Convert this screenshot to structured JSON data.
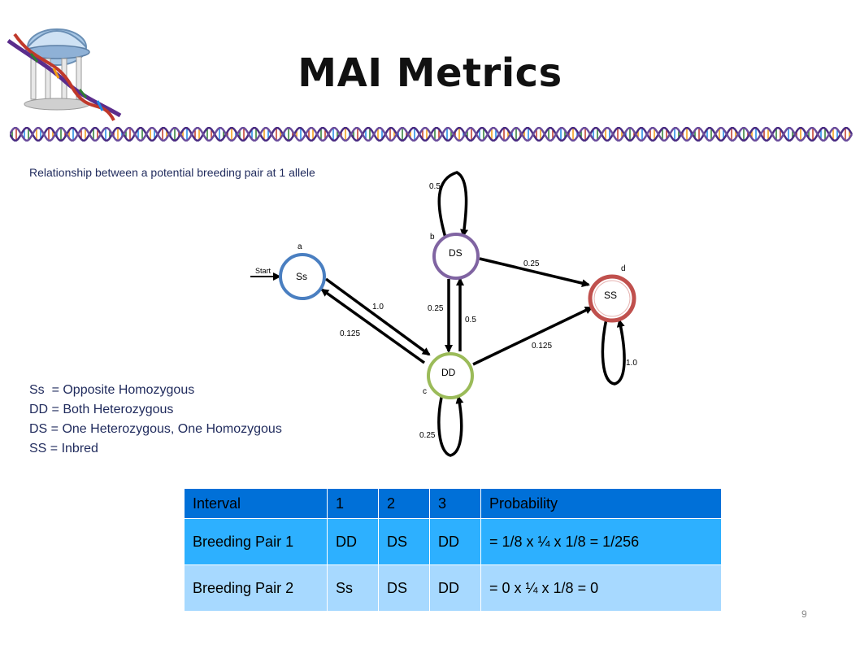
{
  "slide": {
    "title": "MAI Metrics",
    "subtitle": "Relationship between a potential breeding pair at 1 allele",
    "page_number": "9"
  },
  "diagram": {
    "start_label": "Start",
    "nodes": [
      {
        "id": "Ss",
        "label": "Ss",
        "letter": "a",
        "color": "#4a7fc1"
      },
      {
        "id": "DS",
        "label": "DS",
        "letter": "b",
        "color": "#8064a2"
      },
      {
        "id": "DD",
        "label": "DD",
        "letter": "c",
        "color": "#9bbb59"
      },
      {
        "id": "SS",
        "label": "SS",
        "letter": "d",
        "color": "#c0504d"
      }
    ],
    "edges": [
      {
        "from": "Ss",
        "to": "DD",
        "label": "1.0"
      },
      {
        "from": "DD",
        "to": "Ss",
        "label": "0.125"
      },
      {
        "from": "DS",
        "to": "DS",
        "label": "0.5"
      },
      {
        "from": "DS",
        "to": "SS",
        "label": "0.25"
      },
      {
        "from": "DS",
        "to": "DD",
        "label": "0.25"
      },
      {
        "from": "DD",
        "to": "DS",
        "label": "0.5"
      },
      {
        "from": "DD",
        "to": "SS",
        "label": "0.125"
      },
      {
        "from": "SS",
        "to": "SS",
        "label": "1.0"
      },
      {
        "from": "DD",
        "to": "DD",
        "label": "0.25"
      }
    ]
  },
  "legend": [
    "Ss  = Opposite Homozygous",
    "DD = Both Heterozygous",
    "DS = One Heterozygous, One Homozygous",
    "SS = Inbred"
  ],
  "table": {
    "headers": [
      "Interval",
      "1",
      "2",
      "3",
      "Probability"
    ],
    "rows": [
      [
        "Breeding Pair 1",
        "DD",
        "DS",
        "DD",
        "= 1/8 x ¼ x 1/8 = 1/256"
      ],
      [
        "Breeding Pair 2",
        "Ss",
        "DS",
        "DD",
        "= 0 x ¼ x 1/8 = 0"
      ]
    ]
  },
  "colors": {
    "header_bg": "#0070d8",
    "row1_bg": "#2db0ff",
    "row2_bg": "#a7d9ff",
    "text_dark_blue": "#1f2a5c"
  }
}
